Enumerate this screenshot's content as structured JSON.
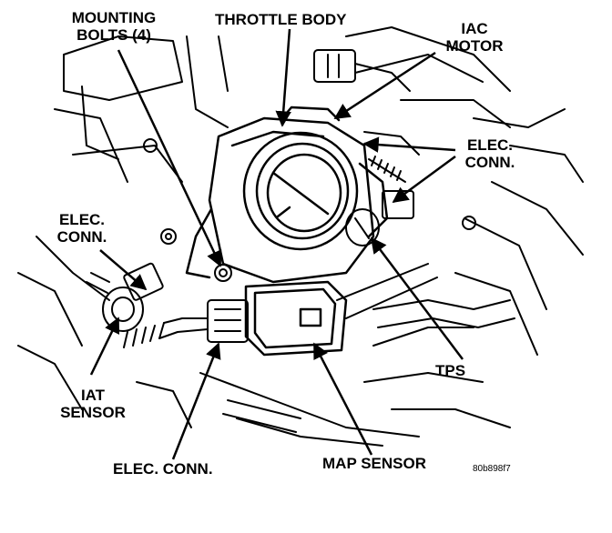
{
  "labels": {
    "mounting_bolts_line1": "MOUNTING",
    "mounting_bolts_line2": "BOLTS (4)",
    "throttle_body": "THROTTLE BODY",
    "iac_line1": "IAC",
    "iac_line2": "MOTOR",
    "elec_conn_right_line1": "ELEC.",
    "elec_conn_right_line2": "CONN.",
    "elec_conn_left_line1": "ELEC.",
    "elec_conn_left_line2": "CONN.",
    "iat_line1": "IAT",
    "iat_line2": "SENSOR",
    "tps": "TPS",
    "elec_conn_bottom": "ELEC. CONN.",
    "map_sensor": "MAP SENSOR"
  },
  "figure_code": "80b898f7"
}
